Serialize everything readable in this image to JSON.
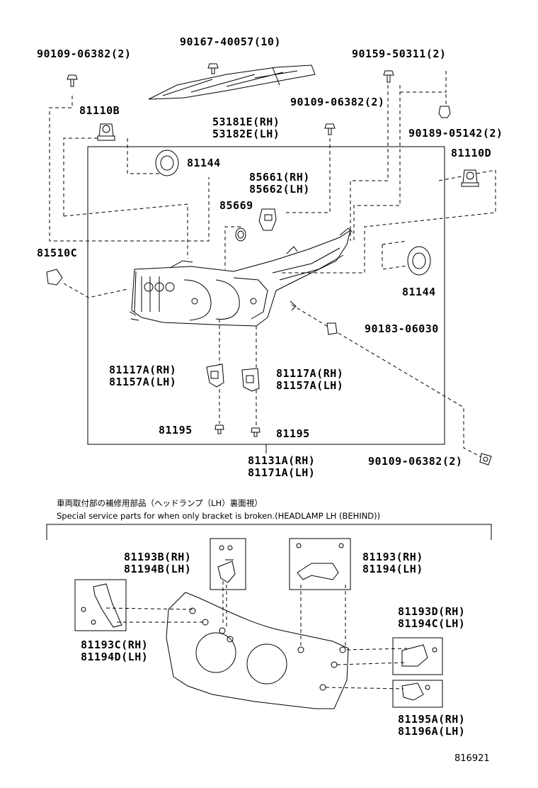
{
  "diagram": {
    "upper": {
      "labels": {
        "p90109_top_left": "90109-06382(2)",
        "p90167": "90167-40057(10)",
        "p90159": "90159-50311(2)",
        "p81110b": "81110B",
        "p90109_mid": "90109-06382(2)",
        "p53181e": "53181E(RH)",
        "p53182e": "53182E(LH)",
        "p90189": "90189-05142(2)",
        "p81144_left": "81144",
        "p81110d": "81110D",
        "p85661": "85661(RH)",
        "p85662": "85662(LH)",
        "p85669": "85669",
        "p81510c": "81510C",
        "p81144_right": "81144",
        "p90183": "90183-06030",
        "p81117a_left": "81117A(RH)",
        "p81157a_left": "81157A(LH)",
        "p81117a_right": "81117A(RH)",
        "p81157a_right": "81157A(LH)",
        "p81195_left": "81195",
        "p81195_right": "81195",
        "p81131a": "81131A(RH)",
        "p81171a": "81171A(LH)",
        "p90109_bottom": "90109-06382(2)"
      }
    },
    "lower": {
      "title_jp": "車両取付部の補修用部品（ヘッドランプ（LH）裏面視）",
      "title_en": "Special service parts for when only bracket is broken.(HEADLAMP LH (BEHIND))",
      "labels": {
        "p81193b": "81193B(RH)",
        "p81194b": "81194B(LH)",
        "p81193": "81193(RH)",
        "p81194": "81194(LH)",
        "p81193c": "81193C(RH)",
        "p81194d": "81194D(LH)",
        "p81193d": "81193D(RH)",
        "p81194c": "81194C(LH)",
        "p81195a": "81195A(RH)",
        "p81196a": "81196A(LH)"
      }
    },
    "ref_number": "816921"
  }
}
